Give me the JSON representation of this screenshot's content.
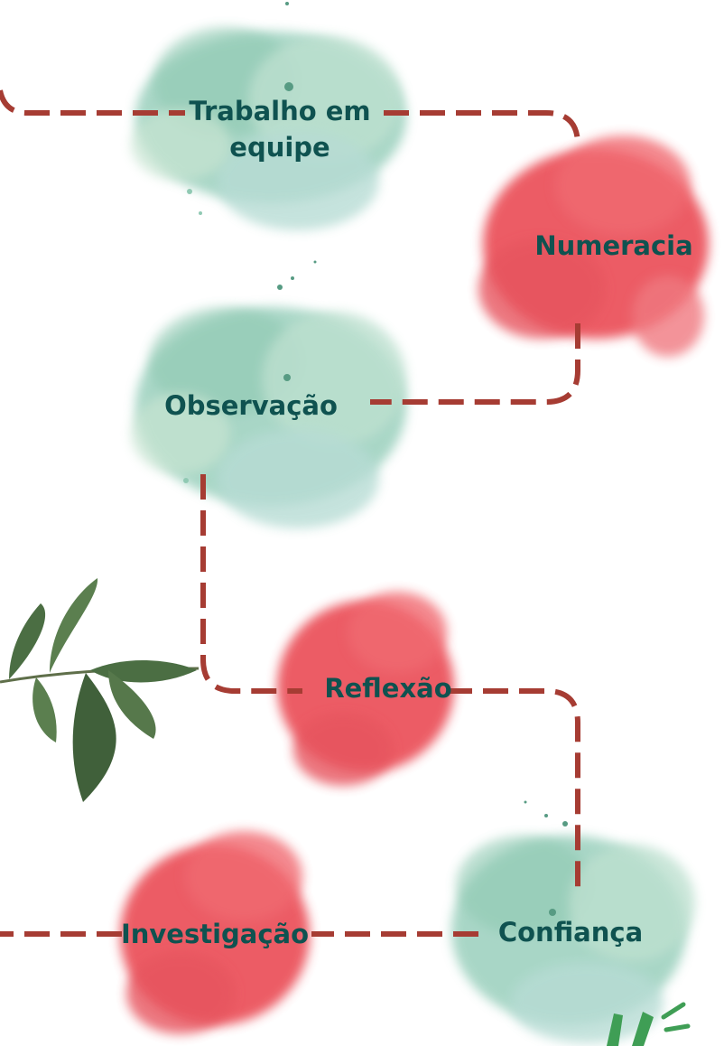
{
  "colors": {
    "connector": "#a63c33",
    "label": "#0f5250",
    "green_blob": "#8cc9b4",
    "green_blob_dark": "#6cb89a",
    "red_blob": "#ea4c55",
    "leaf": "#4b6e43"
  },
  "nodes": {
    "trabalho": {
      "line1": "Trabalho em",
      "line2": "equipe",
      "style": "green"
    },
    "numeracia": {
      "label": "Numeracia",
      "style": "red"
    },
    "observacao": {
      "label": "Observação",
      "style": "green"
    },
    "reflexao": {
      "label": "Reflexão",
      "style": "red"
    },
    "investigacao": {
      "label": "Investigação",
      "style": "red"
    },
    "confianca": {
      "label": "Confiança",
      "style": "green"
    }
  },
  "decorations": {
    "leaf_branch": "leaf-branch-icon",
    "sparkle": "sparkle-icon"
  }
}
